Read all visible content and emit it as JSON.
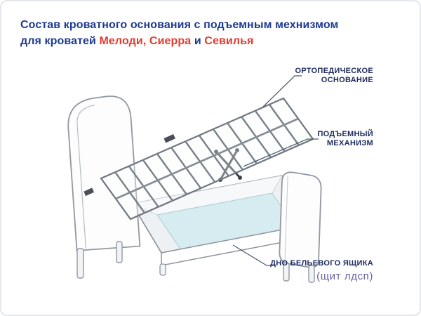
{
  "title": {
    "line1": "Состав кроватного основания с подъемным мехнизмом",
    "line2_prefix": "для кроватей",
    "line2_red1": "Мелоди, Сиерра",
    "line2_mid": "и",
    "line2_red2": "Севилья"
  },
  "callouts": {
    "orthopedic": {
      "line1": "ОРТОПЕДИЧЕСКОЕ",
      "line2": "ОСНОВАНИЕ"
    },
    "mechanism": {
      "line1": "ПОДЪЕМНЫЙ",
      "line2": "МЕХАНИЗМ"
    },
    "drawer": {
      "line1": "ДНО БЕЛЬЕВОГО ЯЩИКА",
      "line2": "(щит лдсп)"
    }
  },
  "colors": {
    "title_blue": "#1d3a8f",
    "accent_red": "#e23b2e",
    "callout_navy": "#1c2a5e",
    "panel_light_blue": "#d6ecf0",
    "note_lilac": "#6b5fa3",
    "outline_gray": "#8d939c"
  }
}
